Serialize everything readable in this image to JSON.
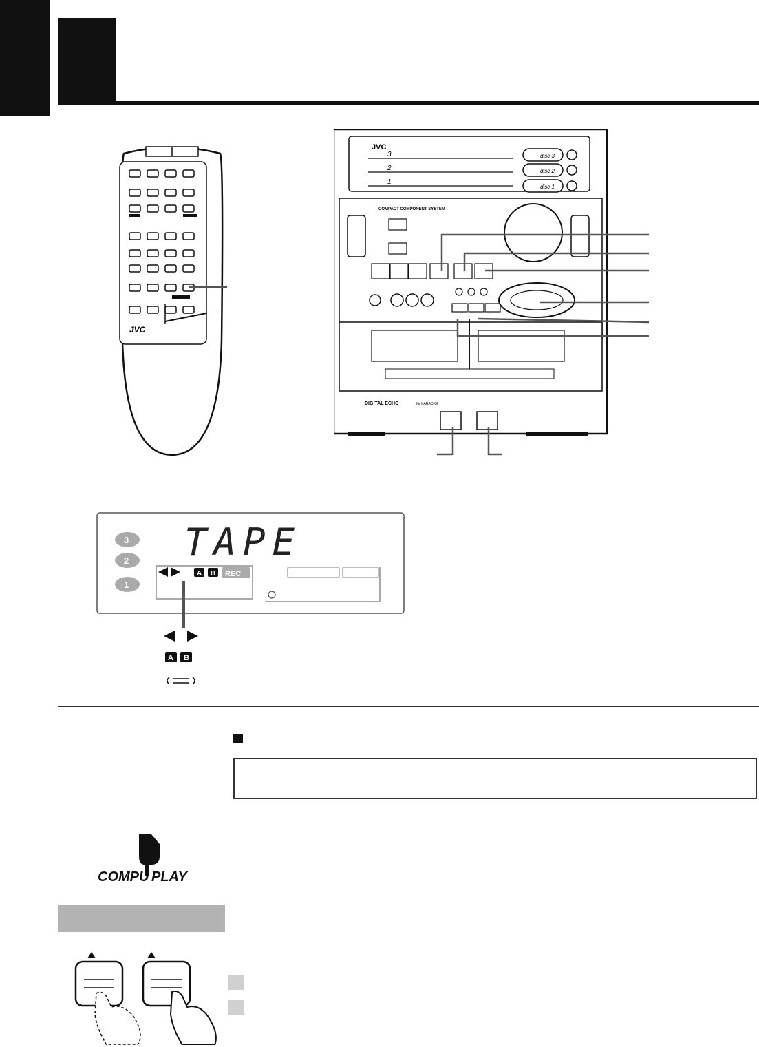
{
  "brand": {
    "remote_logo": "JVC",
    "unit_logo": "JVC"
  },
  "unit": {
    "system_label": "COMPACT COMPONENT SYSTEM",
    "disc_buttons": [
      "disc 3",
      "disc 2",
      "disc 1"
    ],
    "tray_numbers": [
      "3",
      "2",
      "1"
    ],
    "echo_label": "DIGITAL ECHO",
    "karaoke_label": "for KARAOKE"
  },
  "display": {
    "text": "TAPE",
    "disc_numbers": [
      "3",
      "2",
      "1"
    ],
    "deck_a": "A",
    "deck_b": "B",
    "rec_label": "REC"
  },
  "legend": {
    "deck_a": "A",
    "deck_b": "B"
  },
  "logo": {
    "compu": "COMPU",
    "play": "PLAY"
  },
  "colors": {
    "ink": "#111111",
    "gray_bar": "#b3b3b3",
    "lcd_gray": "#aaaaaa"
  }
}
